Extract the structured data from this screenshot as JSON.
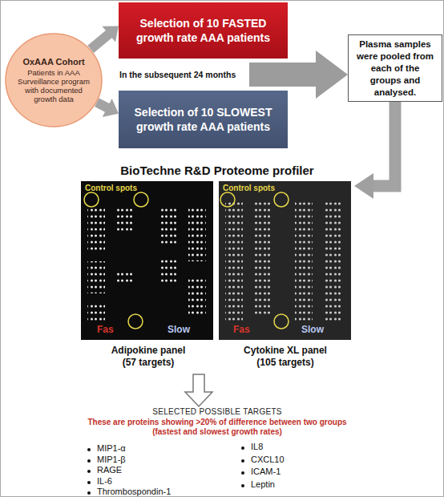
{
  "diagram": {
    "nodes": [
      {
        "text": [
          "OxAAA Cohort",
          "Patients in AAA Surveillance program with documented growth data"
        ]
      },
      {
        "text": [
          "Selection of 10 FASTED growth rate AAA patients"
        ]
      },
      {
        "text": [
          "Selection of 10 SLOWEST growth rate AAA patients"
        ]
      },
      {
        "text": [
          "Plasma samples were pooled from each of the groups and analysed."
        ]
      },
      {
        "text": [
          "Control spots",
          "Fas",
          "Slow",
          "Adipokine panel (57 targets)"
        ]
      },
      {
        "text": [
          "Control spots",
          "Fas",
          "Slow",
          "Cytokine XL panel (105 targets)"
        ]
      }
    ],
    "edges": [
      {
        "from": 0,
        "to": 1,
        "arrow": "to"
      },
      {
        "from": 0,
        "to": 2,
        "arrow": "to"
      },
      {
        "from": 1,
        "to": 3,
        "arrow": "to"
      },
      {
        "from": 2,
        "to": 3,
        "arrow": "to"
      },
      {
        "from": 3,
        "to": 5,
        "arrow": "to"
      }
    ],
    "labels": [
      "In the subsequent 24 months",
      "BioTechne R&D Proteome profiler",
      "SELECTED POSSIBLE TARGETS",
      "These are proteins showing >20% of difference between two groups (fastest and slowest growth rates)",
      "MIP1-α",
      "MIP1-β",
      "RAGE",
      "IL-6",
      "Thrombospondin-1",
      "IL8",
      "CXCL10",
      "ICAM-1",
      "Leptin"
    ]
  }
}
